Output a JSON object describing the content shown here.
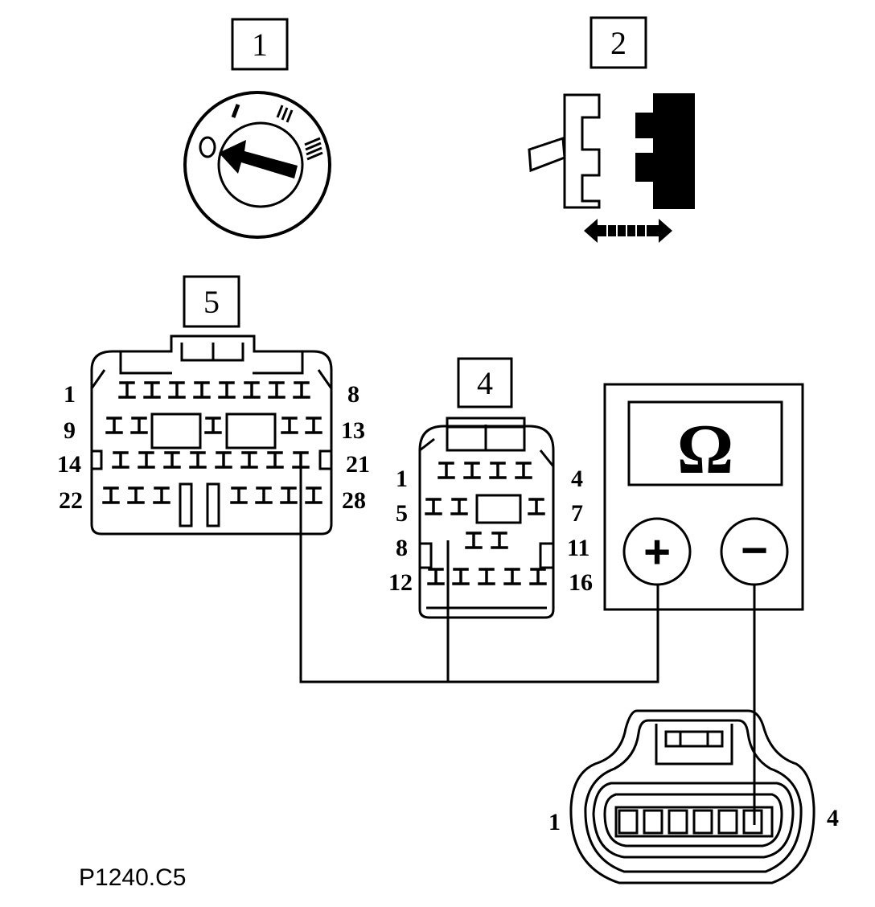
{
  "step_labels": {
    "ignition": "1",
    "disconnect": "2",
    "connector_16pin": "4",
    "connector_28pin": "5"
  },
  "connector_28pin": {
    "pin_labels": [
      "1",
      "8",
      "9",
      "13",
      "14",
      "21",
      "22",
      "28"
    ]
  },
  "connector_16pin": {
    "pin_labels": [
      "1",
      "4",
      "5",
      "7",
      "8",
      "11",
      "12",
      "16"
    ]
  },
  "component_connector": {
    "pin_labels": [
      "1",
      "4"
    ]
  },
  "ohmmeter": {
    "display": "Ω",
    "plus_label": "+",
    "minus_label": "−"
  },
  "reference_code": "P1240.C5",
  "icons": [
    "ignition-key-icon",
    "connector-disconnect-icon",
    "double-arrow-icon"
  ]
}
